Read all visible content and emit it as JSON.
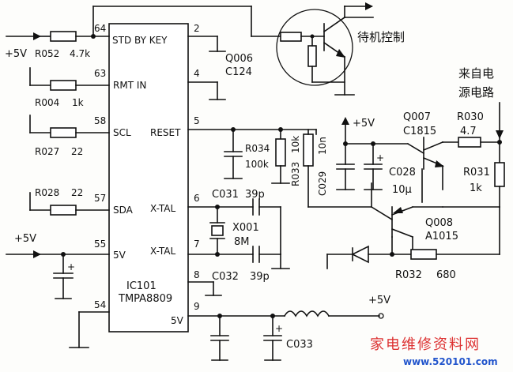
{
  "ic": {
    "name": "IC101",
    "part": "TMPA8809"
  },
  "pins": {
    "p64": {
      "num": "64",
      "name": "STD BY KEY",
      "num_right": "2"
    },
    "p63": {
      "num": "63",
      "name": "RMT IN",
      "num_right": "4"
    },
    "p58": {
      "num": "58",
      "name": "SCL"
    },
    "p57": {
      "num": "57",
      "name": "SDA"
    },
    "p55": {
      "num": "55",
      "name": "5V"
    },
    "p54": {
      "num": "54"
    },
    "p5": {
      "num": "5",
      "name": "RESET"
    },
    "p6": {
      "num": "6",
      "name": "X-TAL"
    },
    "p7": {
      "num": "7",
      "name": "X-TAL"
    },
    "p8": {
      "num": "8"
    },
    "p9": {
      "num": "9",
      "name": "5V"
    }
  },
  "resistors": {
    "r052": {
      "ref": "R052",
      "value": "4.7k"
    },
    "r004": {
      "ref": "R004",
      "value": "1k"
    },
    "r027": {
      "ref": "R027",
      "value": "22"
    },
    "r028": {
      "ref": "R028",
      "value": "22"
    },
    "r034": {
      "ref": "R034",
      "value": "100k"
    },
    "r033": {
      "ref": "R033",
      "value": "10k"
    },
    "r030": {
      "ref": "R030",
      "value": "4.7"
    },
    "r031": {
      "ref": "R031",
      "value": "1k"
    },
    "r032": {
      "ref": "R032",
      "value": "680"
    }
  },
  "caps": {
    "c029": {
      "ref": "C029",
      "value": "10n"
    },
    "c028": {
      "ref": "C028",
      "value": "10μ"
    },
    "c031": {
      "ref": "C031",
      "value": "39p"
    },
    "c032": {
      "ref": "C032",
      "value": "39p"
    },
    "c033": {
      "ref": "C033"
    }
  },
  "crystal": {
    "ref": "X001",
    "value": "8M"
  },
  "transistors": {
    "q006": {
      "ref": "Q006",
      "part": "C124"
    },
    "q007": {
      "ref": "Q007",
      "part": "C1815"
    },
    "q008": {
      "ref": "Q008",
      "part": "A1015"
    }
  },
  "supply": {
    "left_top": "+5V",
    "left_mid": "+5V",
    "mid_top": "+5V",
    "bottom_right": "+5V"
  },
  "labels": {
    "standby": "待机控制",
    "from_power_1": "来自电",
    "from_power_2": "源电路"
  },
  "watermark": {
    "line1": "家电维修资料网",
    "line2": "www.520101.com"
  }
}
